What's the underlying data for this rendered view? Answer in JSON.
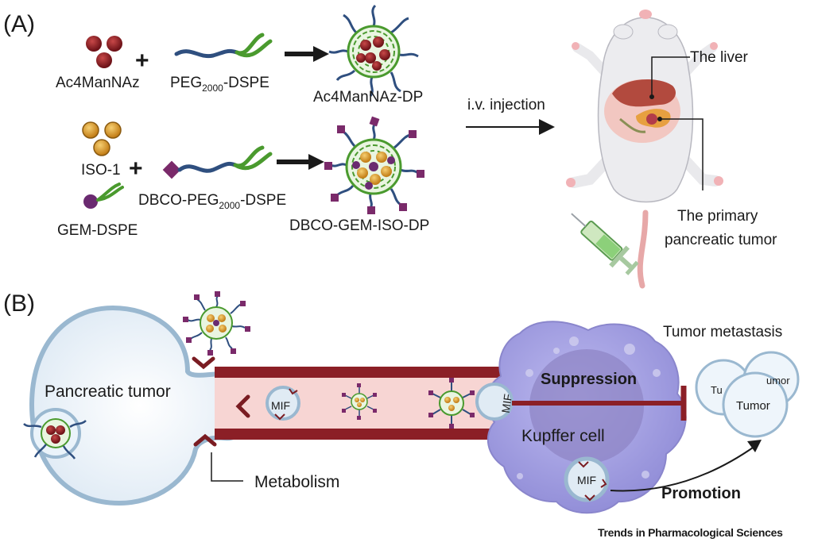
{
  "panel_a": {
    "label": "(A)",
    "ac4mannaz": "Ac4ManNAz",
    "peg_dspe_prefix": "PEG",
    "peg_dspe_sub": "2000",
    "peg_dspe_suffix": "-DSPE",
    "ac4mannaz_dp": "Ac4ManNAz-DP",
    "iso1": "ISO-1",
    "gem_dspe": "GEM-DSPE",
    "dbco_peg_prefix": "DBCO-PEG",
    "dbco_peg_sub": "2000",
    "dbco_peg_suffix": "-DSPE",
    "dbco_gem_iso_dp": "DBCO-GEM-ISO-DP",
    "plus": "+",
    "iv_injection": "i.v. injection",
    "the_liver": "The liver",
    "primary_tumor_line1": "The primary",
    "primary_tumor_line2": "pancreatic tumor"
  },
  "panel_b": {
    "label": "(B)",
    "pancreatic_tumor": "Pancreatic tumor",
    "mif": "MIF",
    "suppression": "Suppression",
    "kupffer_cell": "Kupffer cell",
    "metabolism": "Metabolism",
    "promotion": "Promotion",
    "tumor_metastasis": "Tumor metastasis",
    "tumor": "Tumor",
    "tumor_partial_1": "Tu",
    "tumor_partial_2": "umor"
  },
  "credit": "Trends in Pharmacological Sciences",
  "colors": {
    "maroon": "#7a1c22",
    "gold": "#e0a030",
    "purple_drug": "#6a2a70",
    "peg_blue": "#2f4f7f",
    "peg_green": "#4a9a2e",
    "kupffer": "#a9a6e0",
    "vessel_wall": "#8b1f26",
    "vessel_lumen": "#f7d5d3",
    "cell_fill": "#e8f0f8",
    "cell_stroke": "#8fb0cc"
  }
}
